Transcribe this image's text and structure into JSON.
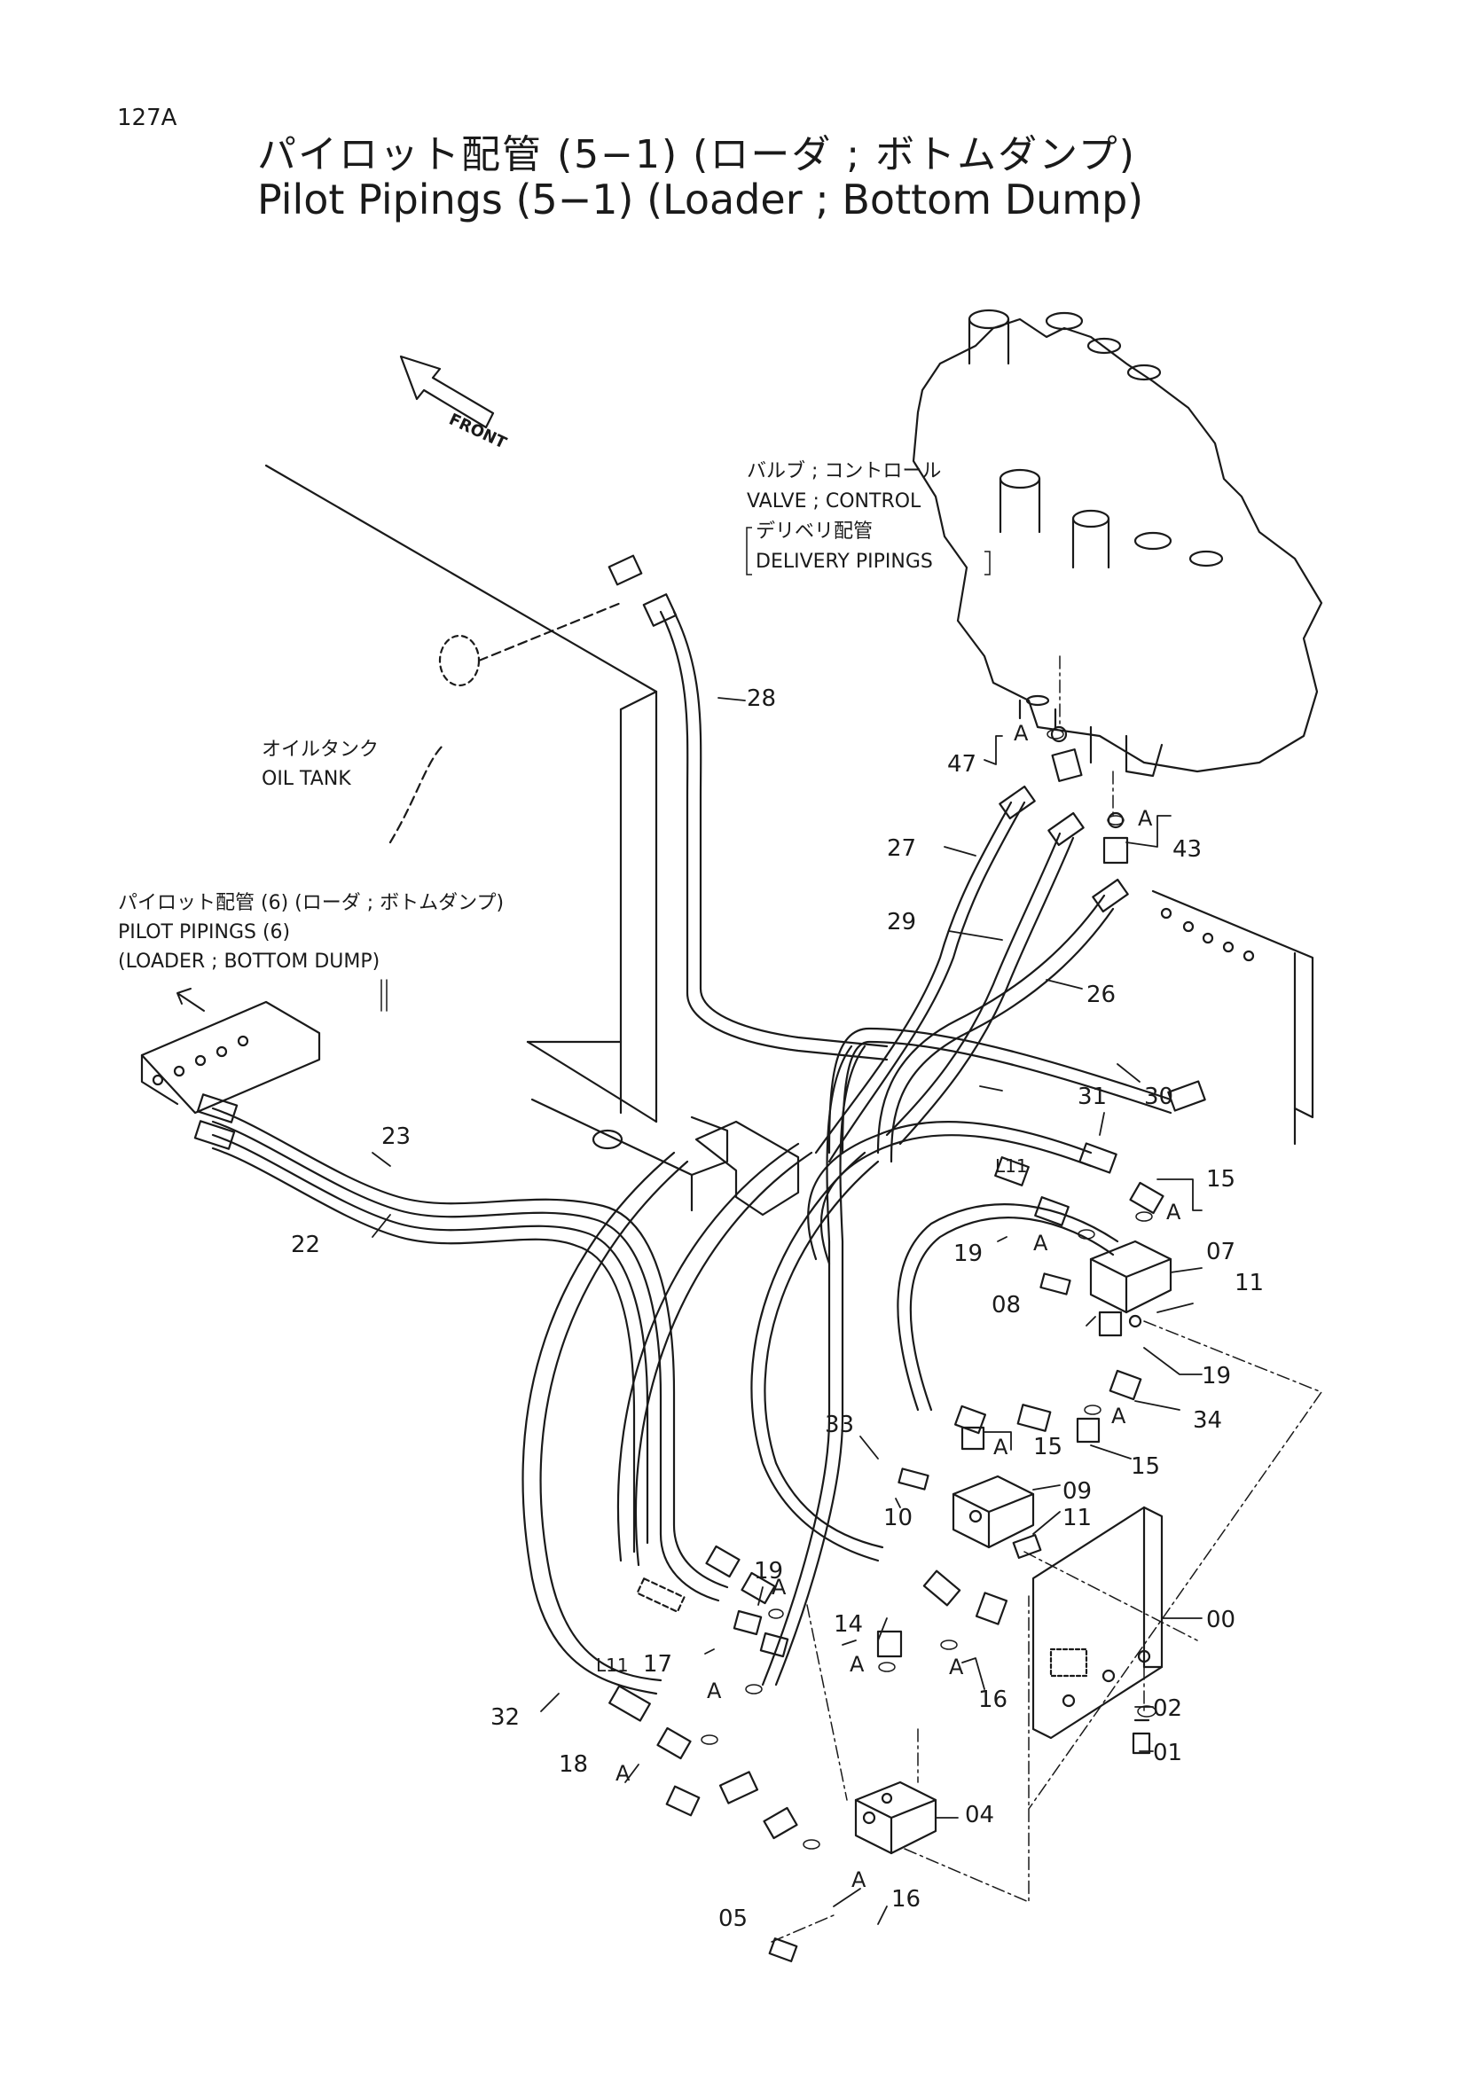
{
  "page_number": "127A",
  "title_jp": "パイロット配管 (5−1) (ローダ ; ボトムダンプ)",
  "title_en": "Pilot Pipings (5−1) (Loader ; Bottom Dump)",
  "front_label": "FRONT",
  "valve": {
    "jp": "バルブ ; コントロール",
    "en": "VALVE ; CONTROL",
    "sub_jp": "デリベリ配管",
    "sub_en": "DELIVERY PIPINGS"
  },
  "oil_tank": {
    "jp": "オイルタンク",
    "en": "OIL TANK"
  },
  "pilot6": {
    "jp": "パイロット配管 (6) (ローダ ; ボトムダンプ)",
    "en1": "PILOT PIPINGS (6)",
    "en2": "(LOADER ; BOTTOM DUMP)"
  },
  "callouts": {
    "c28": "28",
    "c47": "47",
    "c43": "43",
    "c27": "27",
    "c29": "29",
    "c26": "26",
    "c30": "30",
    "c31": "31",
    "c23": "23",
    "c22": "22",
    "c15a": "15",
    "c15b": "15",
    "c15c": "15",
    "c07": "07",
    "c11a": "11",
    "c11b": "11",
    "c19a": "19",
    "c19b": "19",
    "c19c": "19",
    "c08": "08",
    "c34": "34",
    "c33": "33",
    "c09": "09",
    "c10": "10",
    "c00": "00",
    "c14": "14",
    "c16a": "16",
    "c16b": "16",
    "c17": "17",
    "c32": "32",
    "c18": "18",
    "c04": "04",
    "c02": "02",
    "c01": "01",
    "c05": "05",
    "l11a": "L11",
    "l11b": "L11"
  },
  "ref_a": "A"
}
